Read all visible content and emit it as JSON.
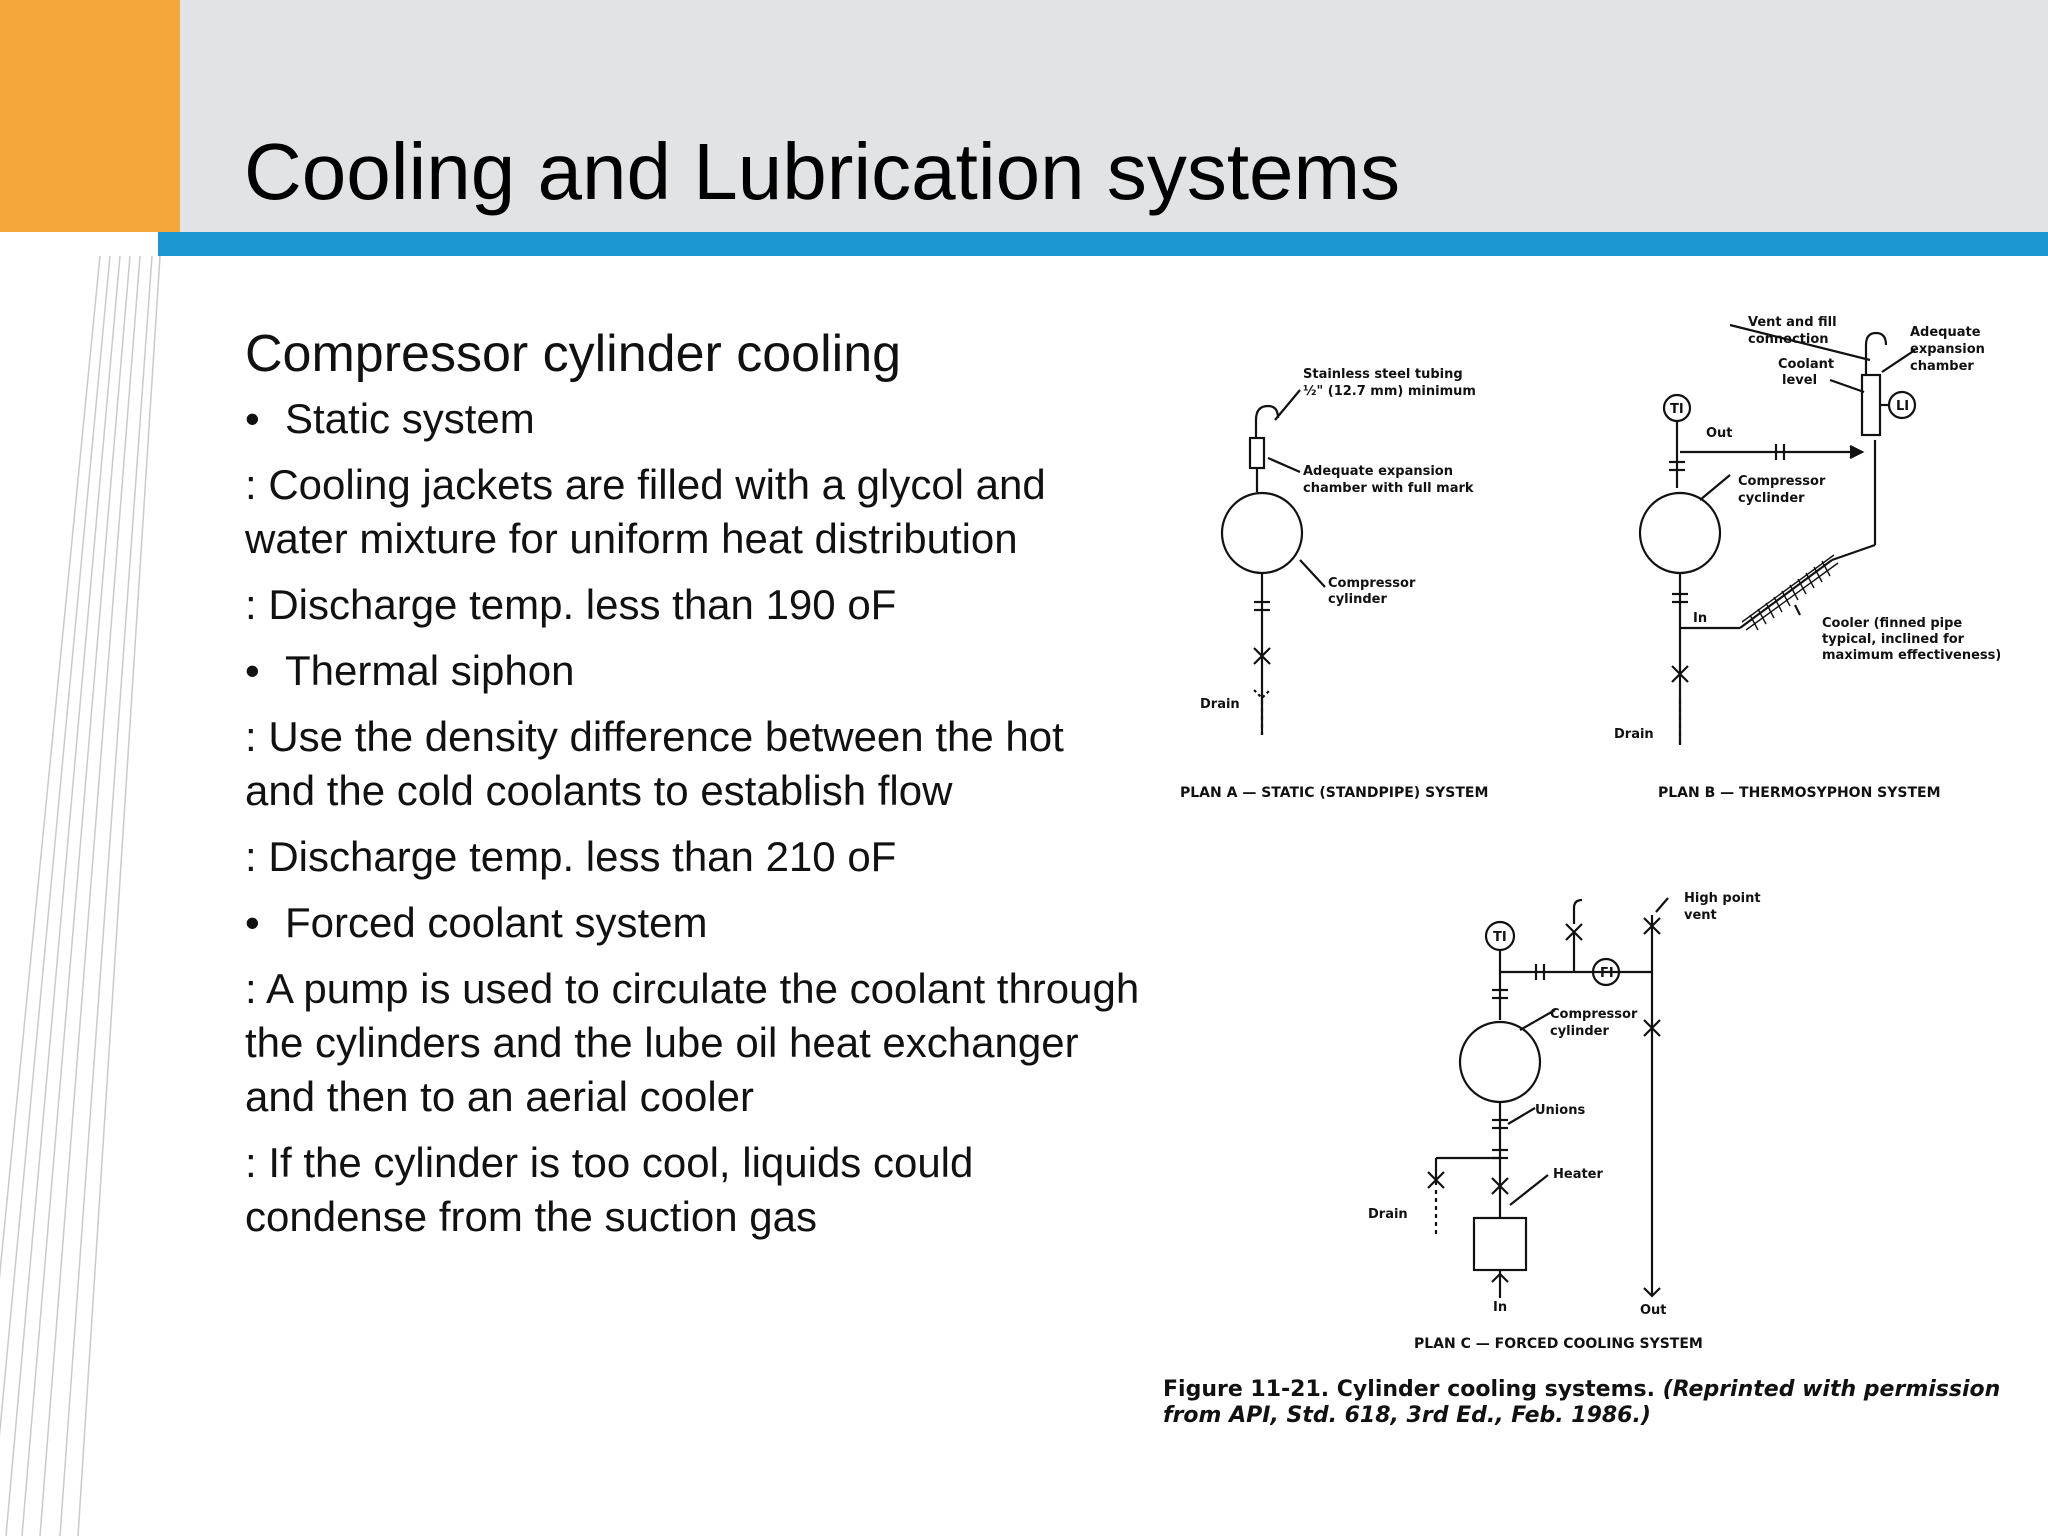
{
  "slide": {
    "title": "Cooling and Lubrication systems",
    "subheading": "Compressor cylinder cooling"
  },
  "sections": [
    {
      "bullet": "Static system",
      "lines": [
        ": Cooling jackets are filled with a glycol and water mixture for uniform heat distribution",
        ": Discharge temp. less than 190 oF"
      ]
    },
    {
      "bullet": "Thermal siphon",
      "lines": [
        ": Use the density difference between the hot and the cold coolants to establish flow",
        ": Discharge temp. less than 210 oF"
      ]
    },
    {
      "bullet": "Forced coolant system",
      "lines": [
        ": A pump is used to circulate the coolant through the cylinders and the lube oil heat exchanger and then to an aerial cooler",
        ": If the cylinder is too cool, liquids could condense from the suction gas"
      ]
    }
  ],
  "figure": {
    "plan_a": {
      "caption": "PLAN A — STATIC (STANDPIPE) SYSTEM",
      "tubing_1": "Stainless steel tubing",
      "tubing_2": "½\" (12.7 mm) minimum",
      "chamber_1": "Adequate expansion",
      "chamber_2": "chamber with full mark",
      "cyl_1": "Compressor",
      "cyl_2": "cylinder",
      "drain": "Drain"
    },
    "plan_b": {
      "caption": "PLAN B — THERMOSYPHON SYSTEM",
      "vent_1": "Vent and fill",
      "vent_2": "connection",
      "level_1": "Coolant",
      "level_2": "level",
      "chamber_1": "Adequate",
      "chamber_2": "expansion",
      "chamber_3": "chamber",
      "ti": "TI",
      "li": "LI",
      "out": "Out",
      "in": "In",
      "cyl_1": "Compressor",
      "cyl_2": "cyclinder",
      "cooler_1": "Cooler (finned pipe",
      "cooler_2": "typical, inclined for",
      "cooler_3": "maximum effectiveness)",
      "drain": "Drain"
    },
    "plan_c": {
      "caption": "PLAN C — FORCED COOLING SYSTEM",
      "high_1": "High point",
      "high_2": "vent",
      "ti": "TI",
      "fi": "FI",
      "cyl_1": "Compressor",
      "cyl_2": "cylinder",
      "unions": "Unions",
      "heater": "Heater",
      "drain": "Drain",
      "in": "In",
      "out": "Out"
    },
    "caption_main": "Figure 11-21. Cylinder cooling systems.",
    "caption_credit": "(Reprinted with permission from API, Std. 618, 3rd Ed., Feb. 1986.)"
  }
}
